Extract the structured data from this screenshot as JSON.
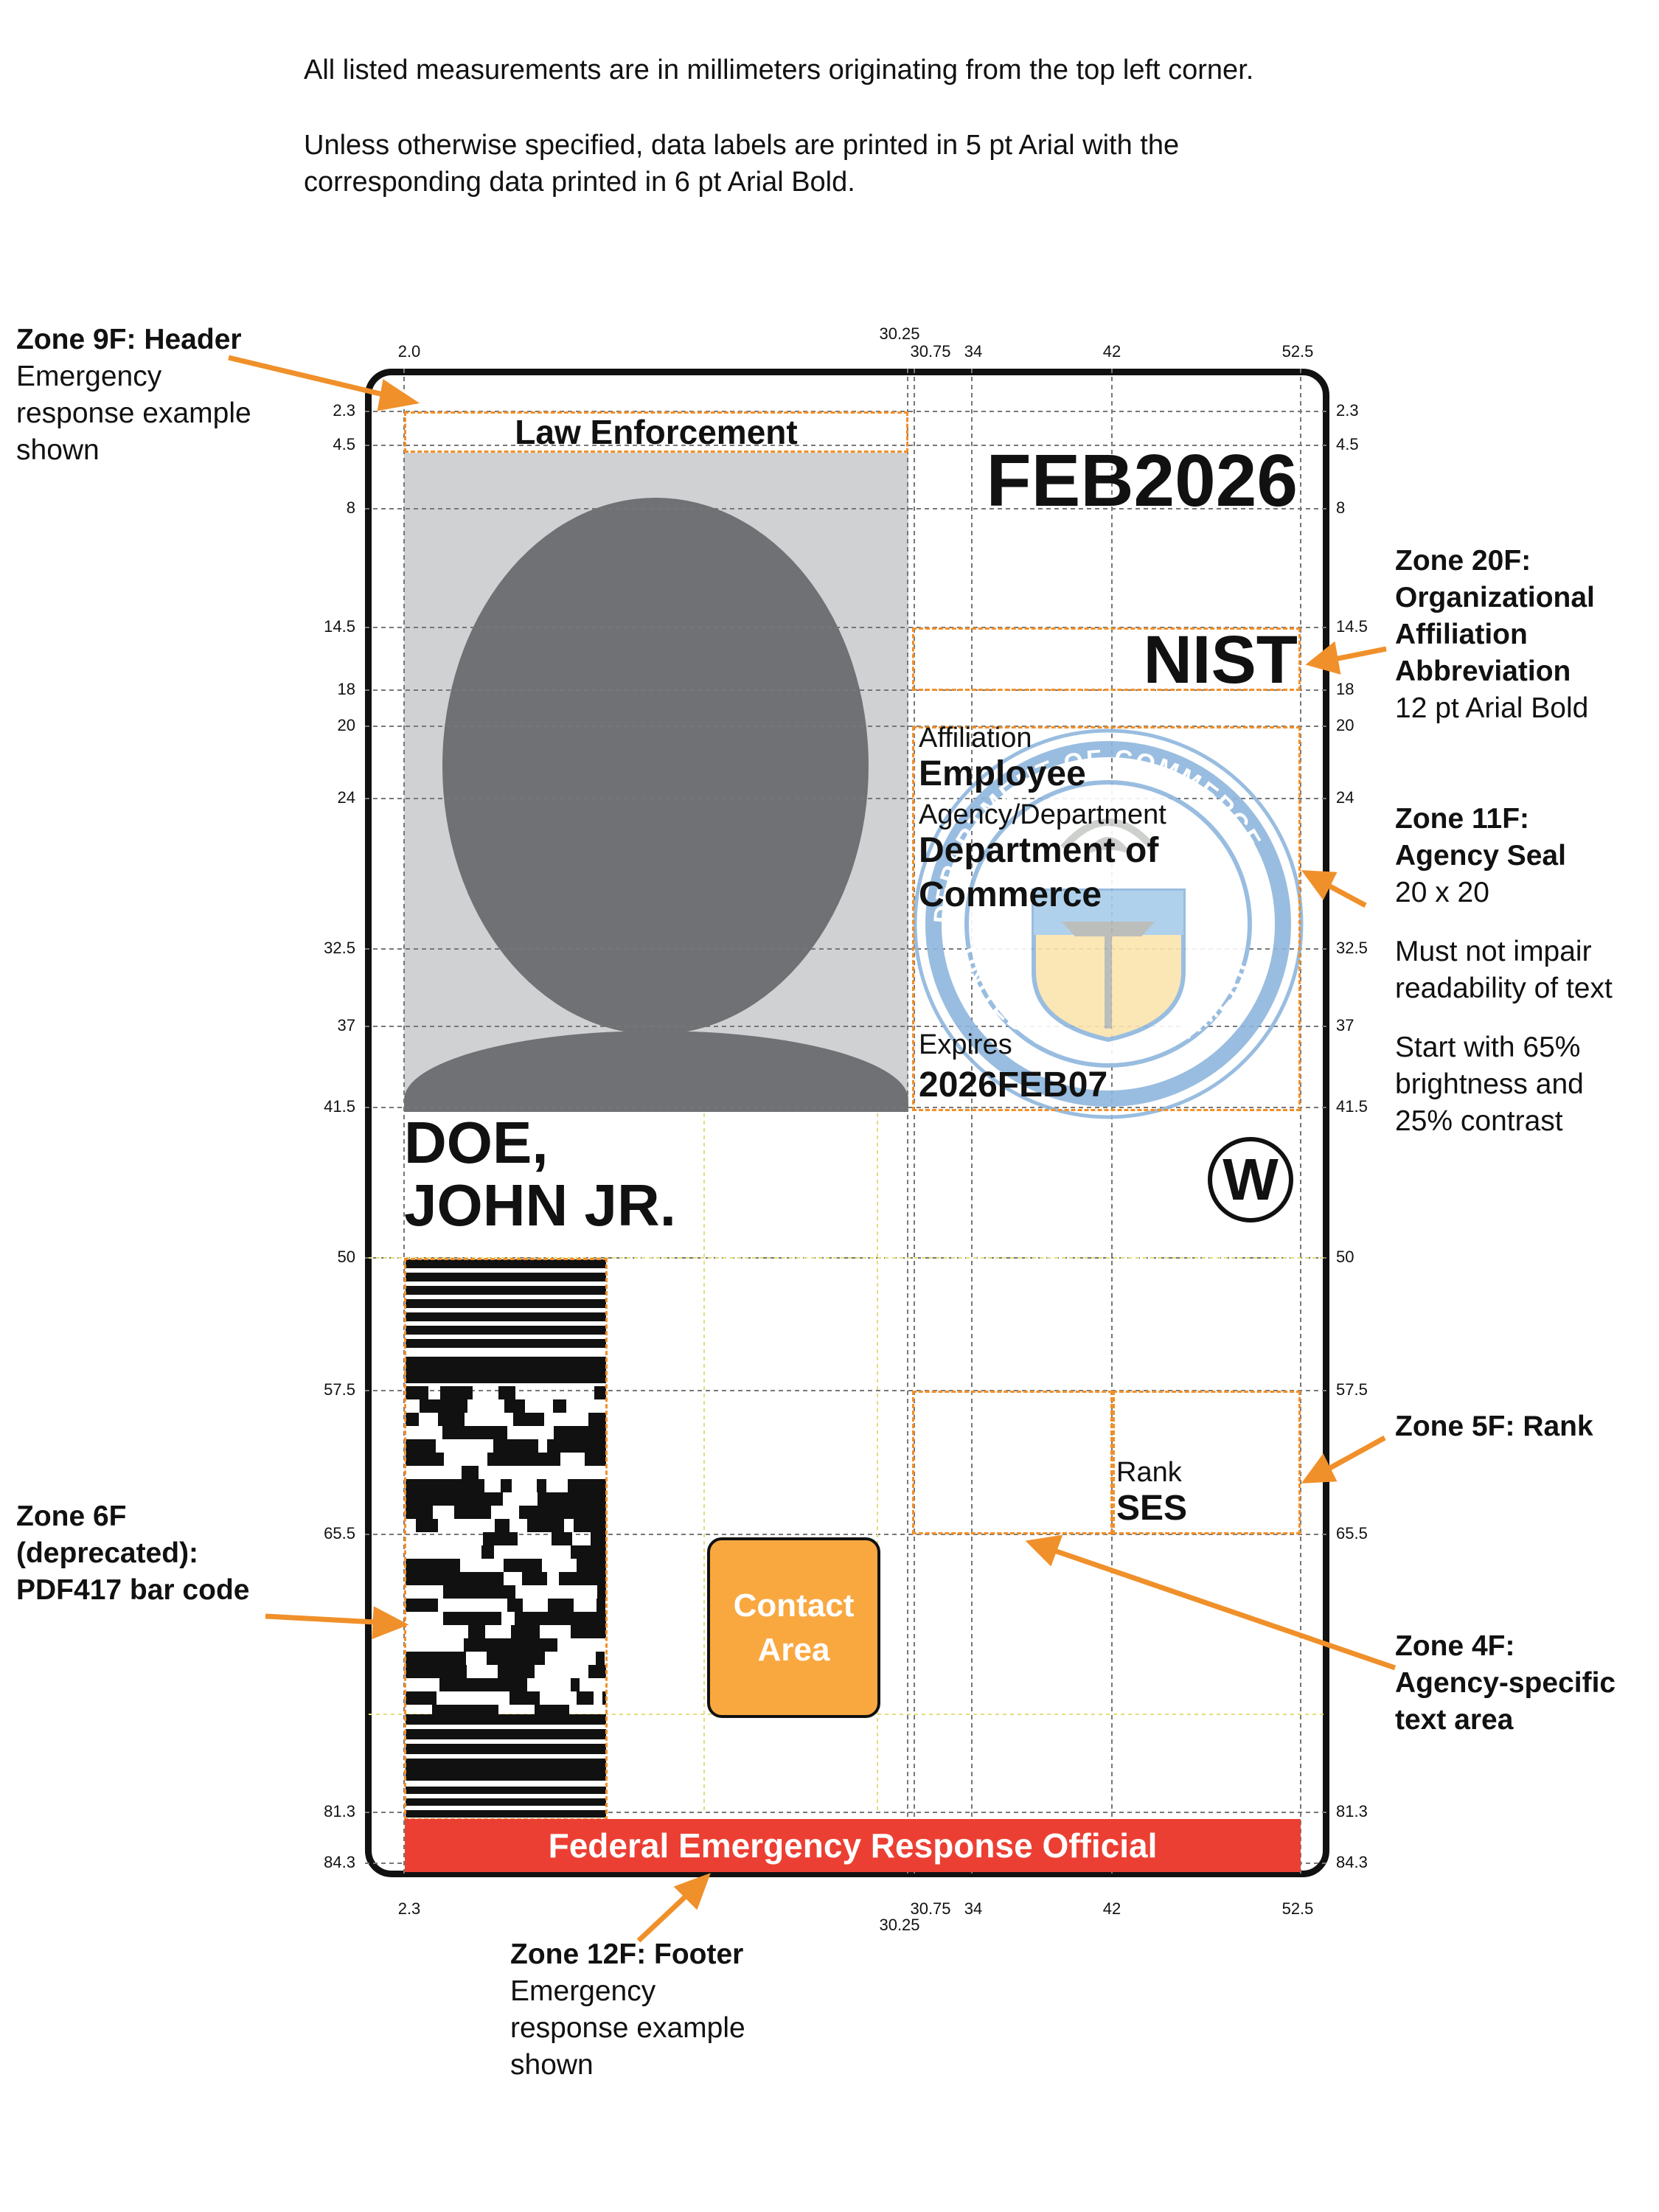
{
  "intro": {
    "line1": "All listed measurements are in millimeters originating from the top left corner.",
    "line2": "Unless otherwise specified, data labels are printed in 5 pt Arial with the",
    "line3": "corresponding data printed in 6 pt Arial Bold."
  },
  "ticks": {
    "top": [
      "2.0",
      "30.25",
      "30.75",
      "34",
      "42",
      "52.5"
    ],
    "bottom": [
      "2.3",
      "30.75",
      "30.25",
      "34",
      "42",
      "52.5"
    ],
    "rows": [
      "2.3",
      "4.5",
      "8",
      "14.5",
      "18",
      "20",
      "24",
      "32.5",
      "37",
      "41.5",
      "50",
      "57.5",
      "65.5",
      "81.3",
      "84.3"
    ]
  },
  "card": {
    "header_text": "Law Enforcement",
    "expiry_short": "FEB2026",
    "org_abbrev": "NIST",
    "affiliation_label": "Affiliation",
    "affiliation_value": "Employee",
    "agency_label": "Agency/Department",
    "agency_value_line1": "Department of",
    "agency_value_line2": "Commerce",
    "expires_label": "Expires",
    "expires_value": "2026FEB07",
    "name_line1": "DOE,",
    "name_line2": "JOHN JR.",
    "w_symbol": "W",
    "rank_label": "Rank",
    "rank_value": "SES",
    "contact_line1": "Contact",
    "contact_line2": "Area",
    "footer_text": "Federal Emergency Response Official",
    "seal_text_top": "DEPARTMENT OF COMMERCE",
    "seal_text_bottom": "UNITED STATES OF AMERICA"
  },
  "callouts": {
    "zone9f": {
      "title": "Zone 9F: Header",
      "l1": "Emergency",
      "l2": "response example",
      "l3": "shown"
    },
    "zone20f": {
      "t1": "Zone 20F:",
      "t2": "Organizational",
      "t3": "Affiliation",
      "t4": "Abbreviation",
      "l1": "12 pt Arial Bold"
    },
    "zone11f": {
      "t1": "Zone 11F:",
      "t2": "Agency Seal",
      "l1": "20 x 20",
      "l2": "Must not impair",
      "l3": "readability of text",
      "l4": "Start with 65%",
      "l5": "brightness and",
      "l6": "25% contrast"
    },
    "zone5f": {
      "title": "Zone 5F: Rank"
    },
    "zone6f": {
      "t1": "Zone 6F",
      "t2": "(deprecated):",
      "t3": "PDF417 bar code"
    },
    "zone4f": {
      "t1": "Zone 4F:",
      "t2": "Agency-specific",
      "t3": "text area"
    },
    "zone12f": {
      "title": "Zone 12F: Footer",
      "l1": "Emergency",
      "l2": "response example",
      "l3": "shown"
    }
  },
  "colors": {
    "zone_outline": "#f0902a",
    "arrow": "#f0902a",
    "footer_bg": "#ec3f33",
    "contact_bg": "#f9a840",
    "photo_bg": "#d0d1d3",
    "silhouette": "#707174",
    "seal_blue": "#8fb6dd"
  }
}
